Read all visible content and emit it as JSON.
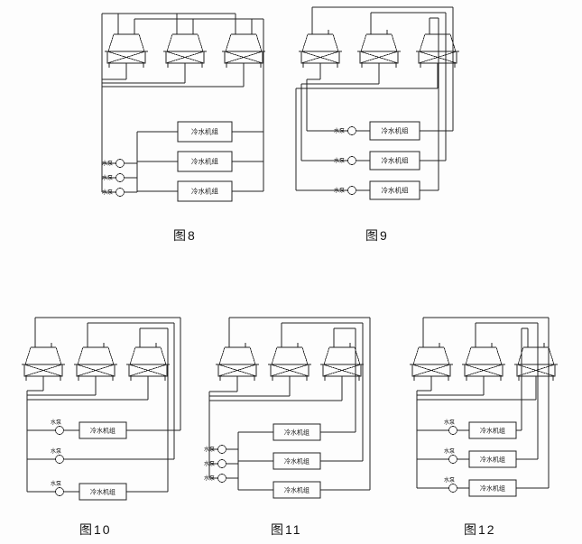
{
  "colors": {
    "line": "#222222",
    "background": "#fdfdfd"
  },
  "panels": [
    {
      "id": "fig8",
      "caption": "图8",
      "pump_label": "水泵",
      "chiller_label": "冷水机组",
      "cooling_towers": 3,
      "pumps": 3,
      "chillers": 3,
      "pump_arrangement": "grouped"
    },
    {
      "id": "fig9",
      "caption": "图9",
      "pump_label": "水泵",
      "chiller_label": "冷水机组",
      "cooling_towers": 3,
      "pumps": 3,
      "chillers": 3,
      "pump_arrangement": "pump-per-chiller"
    },
    {
      "id": "fig10",
      "caption": "图10",
      "pump_label": "水泵",
      "chiller_label": "冷水机组",
      "cooling_towers": 3,
      "pumps": 3,
      "chillers": 2,
      "pump_arrangement": "pump-per-row"
    },
    {
      "id": "fig11",
      "caption": "图11",
      "pump_label": "水泵",
      "chiller_label": "冷水机组",
      "cooling_towers": 3,
      "pumps": 3,
      "chillers": 3,
      "pump_arrangement": "grouped"
    },
    {
      "id": "fig12",
      "caption": "图12",
      "pump_label": "水泵",
      "chiller_label": "冷水机组",
      "cooling_towers": 3,
      "pumps": 3,
      "chillers": 3,
      "pump_arrangement": "pump-per-chiller"
    }
  ]
}
